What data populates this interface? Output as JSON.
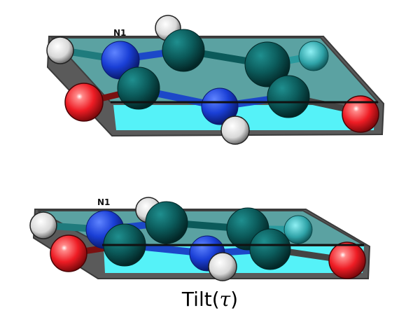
{
  "top_panel": {
    "atom_label": "N1"
  },
  "bottom_panel": {
    "atom_label": "N1"
  },
  "caption": {
    "text": "Tilt",
    "paren_open": "(",
    "symbol": "τ",
    "paren_close": ")"
  },
  "colors": {
    "carbon": "#0b5a5a",
    "nitrogen": "#1a3fd6",
    "oxygen": "#ee1c24",
    "hydrogen": "#e8e8e8",
    "plane_top": "#5ba8a8",
    "plane_under": "#55f2f8",
    "plane_edge": "#555555"
  }
}
